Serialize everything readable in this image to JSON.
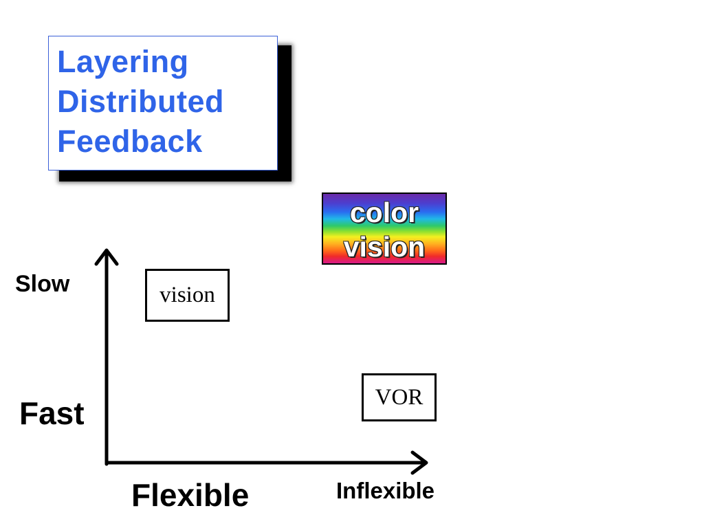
{
  "title": {
    "lines": [
      "Layering",
      "Distributed",
      "Feedback"
    ]
  },
  "color_vision_box": {
    "lines": [
      "color",
      "vision"
    ]
  },
  "vision_box": {
    "label": "vision"
  },
  "vor_box": {
    "label": "VOR"
  },
  "axes": {
    "y_top_label": "Slow",
    "y_bottom_label": "Fast",
    "x_left_label": "Flexible",
    "x_right_label": "Inflexible"
  },
  "colors": {
    "title_text": "#2f64e8",
    "title_border": "#3a5fd8",
    "axis_stroke": "#000000"
  }
}
